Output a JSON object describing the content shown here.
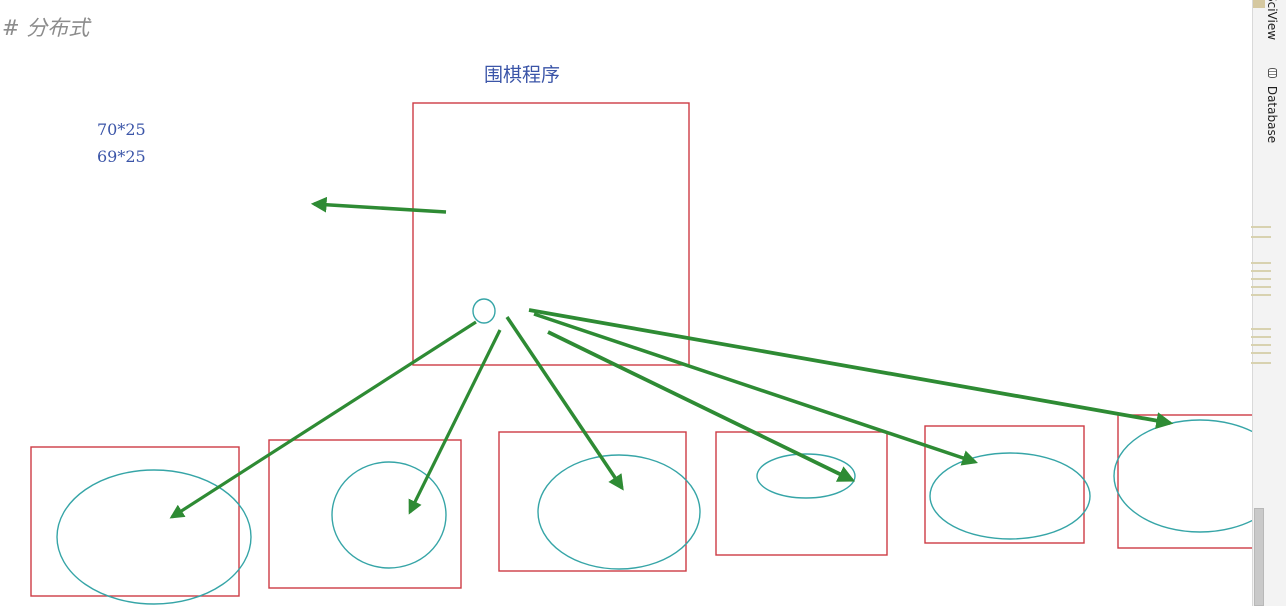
{
  "heading": "# 分布式",
  "diagram": {
    "title": "围棋程序",
    "notes": [
      "70*25",
      "69*25"
    ]
  },
  "colors": {
    "box": "#cd3b44",
    "circle": "#36a5a7",
    "arrow": "#2e8b34",
    "text": "#3b55a8"
  },
  "side_panel": {
    "tabs": [
      "SciView",
      "Database"
    ]
  }
}
